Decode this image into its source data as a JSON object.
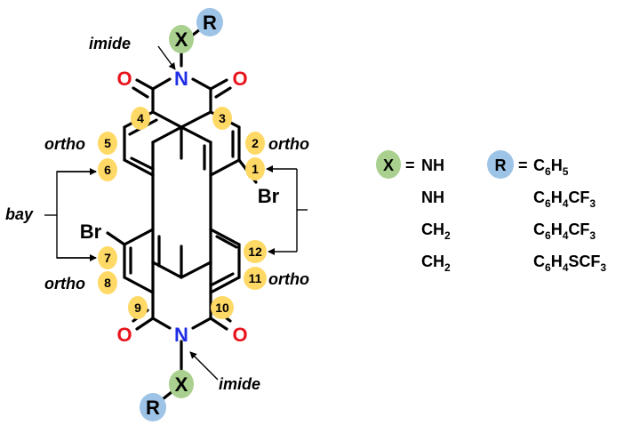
{
  "atoms": {
    "N": "N",
    "O": "O",
    "Br": "Br",
    "X": "X",
    "R": "R"
  },
  "labels": {
    "imide": "imide",
    "ortho": "ortho",
    "bay": "bay"
  },
  "positions": [
    "1",
    "2",
    "3",
    "4",
    "5",
    "6",
    "7",
    "8",
    "9",
    "10",
    "11",
    "12"
  ],
  "legend": {
    "x_label": "X",
    "r_label": "R",
    "equals": "=",
    "rows": [
      {
        "x": "NH",
        "r_main": "C",
        "r_sub1": "6",
        "r_mid": "H",
        "r_sub2": "5",
        "r_tail": "",
        "r_sub3": ""
      },
      {
        "x": "NH",
        "r_main": "C",
        "r_sub1": "6",
        "r_mid": "H",
        "r_sub2": "4",
        "r_tail": "CF",
        "r_sub3": "3"
      },
      {
        "x": "CH",
        "x_sub": "2",
        "r_main": "C",
        "r_sub1": "6",
        "r_mid": "H",
        "r_sub2": "4",
        "r_tail": "CF",
        "r_sub3": "3"
      },
      {
        "x": "CH",
        "x_sub": "2",
        "r_main": "C",
        "r_sub1": "6",
        "r_mid": "H",
        "r_sub2": "4",
        "r_tail": "SCF",
        "r_sub3": "3"
      }
    ]
  },
  "colors": {
    "oxygen": "#e8141c",
    "nitrogen": "#1f2ee6",
    "x_circle": "#a9d08e",
    "r_circle": "#9dc3e6",
    "position_badge": "#ffd966"
  }
}
